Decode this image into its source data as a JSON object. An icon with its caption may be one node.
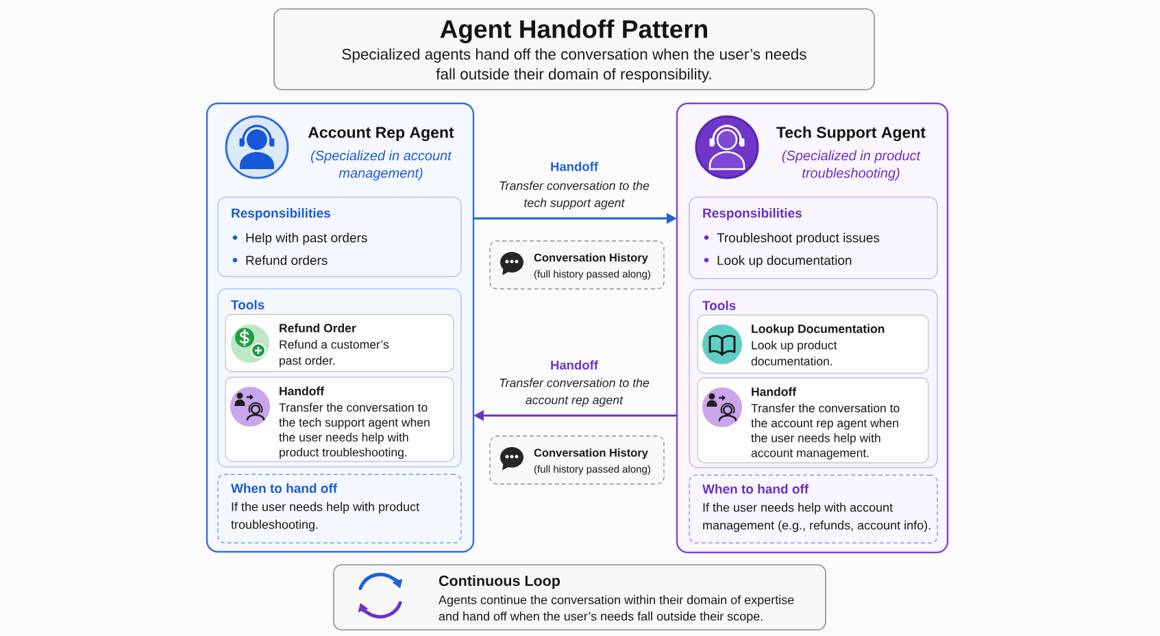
{
  "diagram": {
    "title": "Agent Handoff Pattern",
    "nodes": [
      {
        "text": [
          "Account Rep Agent",
          "(Specialized in account management)"
        ]
      },
      {
        "text": [
          "Responsibilities",
          "Help with past orders",
          "Refund orders"
        ],
        "in": 0
      },
      {
        "text": [
          "Tools"
        ],
        "in": 0
      },
      {
        "text": [
          "Refund Order",
          "Refund a customer’s past order."
        ],
        "in": 2
      },
      {
        "text": [
          "Handoff",
          "Transfer the conversation to the tech support agent when the user needs help with product troubleshooting."
        ],
        "in": 2
      },
      {
        "text": [
          "When to hand off",
          "If the user needs help with product troubleshooting."
        ],
        "in": 0
      },
      {
        "text": [
          "Conversation History",
          "(full history passed along)"
        ]
      },
      {
        "text": [
          "Conversation History",
          "(full history passed along)"
        ]
      },
      {
        "text": [
          "Tech Support Agent",
          "(Specialized in product troubleshooting)"
        ]
      },
      {
        "text": [
          "Responsibilities",
          "Troubleshoot product issues",
          "Look up documentation"
        ],
        "in": 8
      },
      {
        "text": [
          "Tools"
        ],
        "in": 8
      },
      {
        "text": [
          "Lookup Documentation",
          "Look up product documentation."
        ],
        "in": 10
      },
      {
        "text": [
          "Handoff",
          "Transfer the conversation to the account rep agent when the user needs help with account management."
        ],
        "in": 10
      },
      {
        "text": [
          "When to hand off",
          "If the user needs help with account management (e.g., refunds, account info)."
        ],
        "in": 8
      },
      {
        "text": [
          "Continuous Loop",
          "Agents continue the conversation within their domain of expertise and hand off when the user’s needs fall outside their scope."
        ]
      }
    ],
    "edges": [
      {
        "from": 0,
        "to": 8,
        "arrow": "to",
        "label": "Handoff",
        "color": "#1f5fd8"
      },
      {
        "from": 8,
        "to": 0,
        "arrow": "to",
        "label": "Handoff",
        "color": "#6d34c8"
      }
    ],
    "labels": [
      "Specialized agents hand off the conversation when the user’s needs fall outside their domain of responsibility.",
      "Transfer conversation to the tech support agent",
      "Transfer conversation to the account rep agent"
    ]
  }
}
